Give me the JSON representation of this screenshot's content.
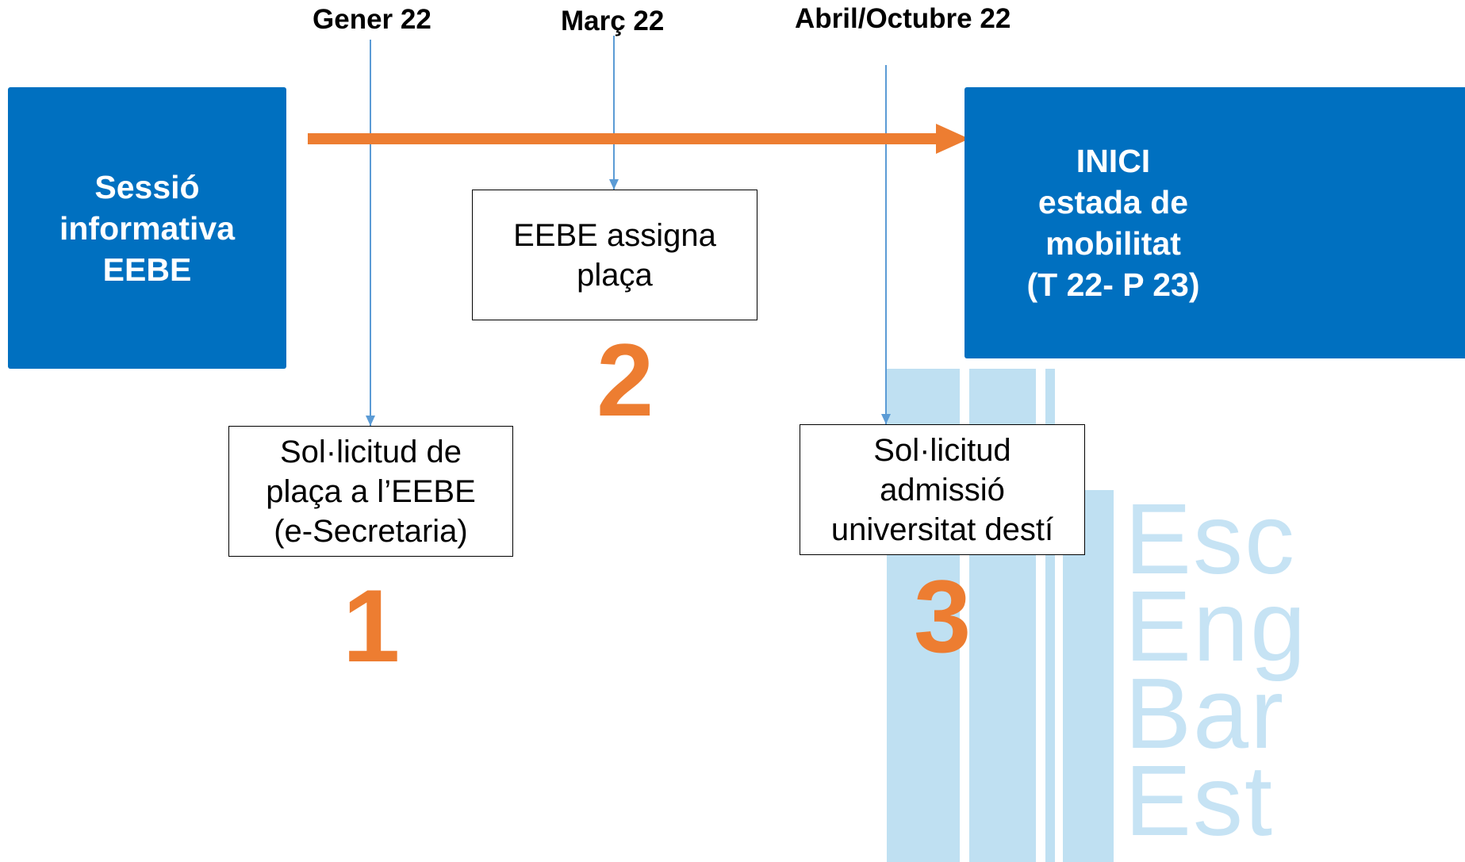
{
  "dates": {
    "d1": "Gener 22",
    "d2": "Març 22",
    "d3": "Abril/Octubre 22"
  },
  "boxes": {
    "start": "Sessió\ninformativa\nEEBE",
    "end": "INICI\nestada de\nmobilitat\n(T 22- P 23)",
    "step1": "Sol·licitud de\nplaça a l’EEBE\n(e-Secretaria)",
    "step2": "EEBE assigna\nplaça",
    "step3": "Sol·licitud\nadmissió\nuniversitat destí"
  },
  "numbers": {
    "n1": "1",
    "n2": "2",
    "n3": "3"
  },
  "watermark": "Esc\nEng\nBar\nEst",
  "colors": {
    "blue": "#0070c0",
    "orange": "#ed7d31",
    "connector": "#5b9bd5",
    "watermark": "#bfe0f2"
  }
}
